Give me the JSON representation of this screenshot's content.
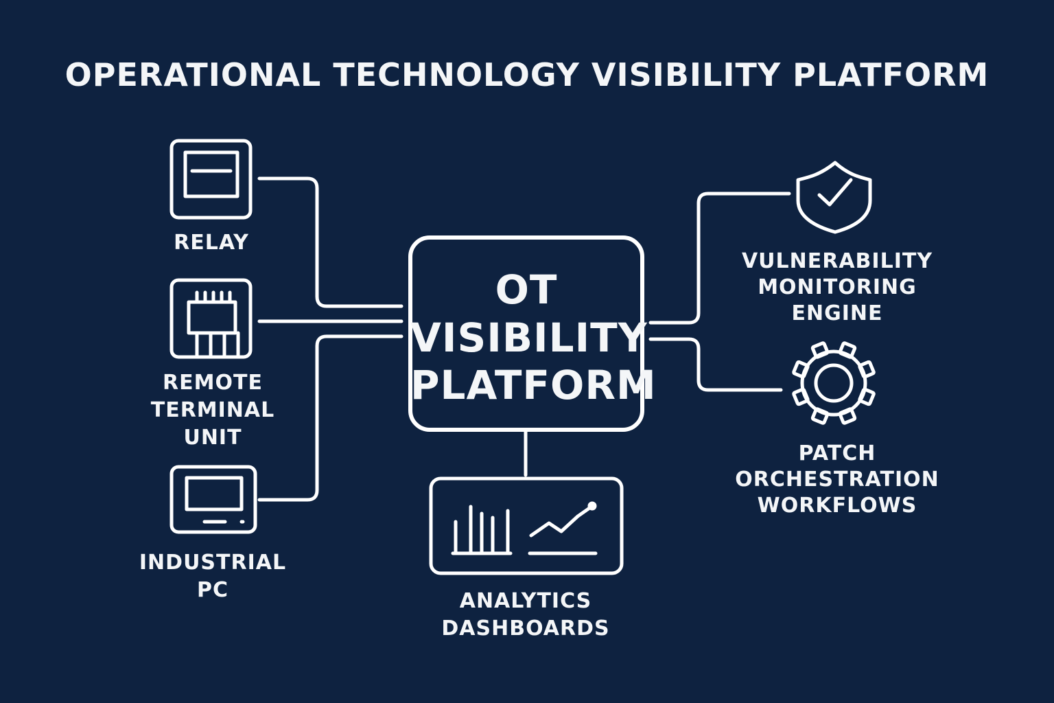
{
  "title": "OPERATIONAL TECHNOLOGY VISIBILITY PLATFORM",
  "center": {
    "line1": "OT",
    "line2": "VISIBILITY",
    "line3": "PLATFORM"
  },
  "devices": {
    "relay": {
      "label": "RELAY",
      "icon": "relay-icon"
    },
    "rtu": {
      "line1": "REMOTE",
      "line2": "TERMINAL",
      "line3": "UNIT",
      "icon": "chip-icon"
    },
    "ipc": {
      "line1": "INDUSTRIAL",
      "line2": "PC",
      "icon": "monitor-icon"
    }
  },
  "services": {
    "vuln": {
      "line1": "VULNERABILITY",
      "line2": "MONITORING ENGINE",
      "icon": "shield-check-icon"
    },
    "patch": {
      "line1": "PATCH ORCHESTRATION",
      "line2": "WORKFLOWS",
      "icon": "gear-icon"
    },
    "analytics": {
      "line1": "ANALYTICS",
      "line2": "DASHBOARDS",
      "icon": "chart-icon"
    }
  },
  "colors": {
    "background": "#0e2240",
    "stroke": "#ffffff"
  }
}
